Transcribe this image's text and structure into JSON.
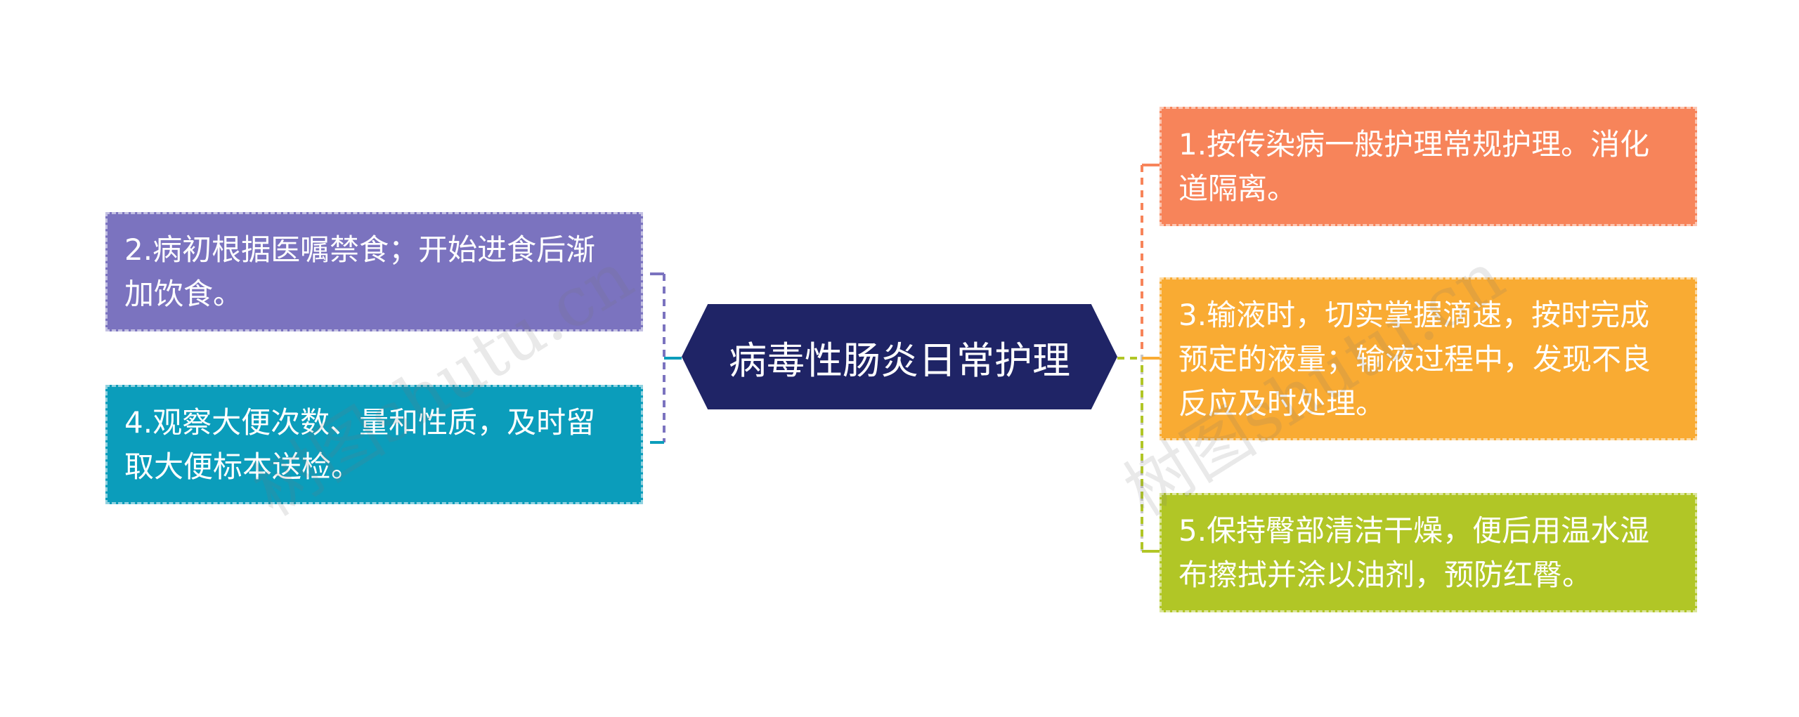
{
  "center": {
    "label": "病毒性肠炎日常护理"
  },
  "nodes": {
    "n1": {
      "text": "1.按传染病一般护理常规护理。消化道隔离。",
      "color": "#f7845a"
    },
    "n2": {
      "text": "2.病初根据医嘱禁食；开始进食后渐加饮食。",
      "color": "#7b73bf"
    },
    "n3": {
      "text": "3.输液时，切实掌握滴速，按时完成预定的液量；输液过程中，发现不良反应及时处理。",
      "color": "#f9ab33"
    },
    "n4": {
      "text": "4.观察大便次数、量和性质，及时留取大便标本送检。",
      "color": "#0b9dbb"
    },
    "n5": {
      "text": "5.保持臀部清洁干燥，便后用温水湿布擦拭并涂以油剂，预防红臀。",
      "color": "#b1c626"
    }
  },
  "watermarks": [
    "树图shutu.cn",
    "树图shutu.cn"
  ],
  "colors": {
    "center": "#1f2466"
  }
}
